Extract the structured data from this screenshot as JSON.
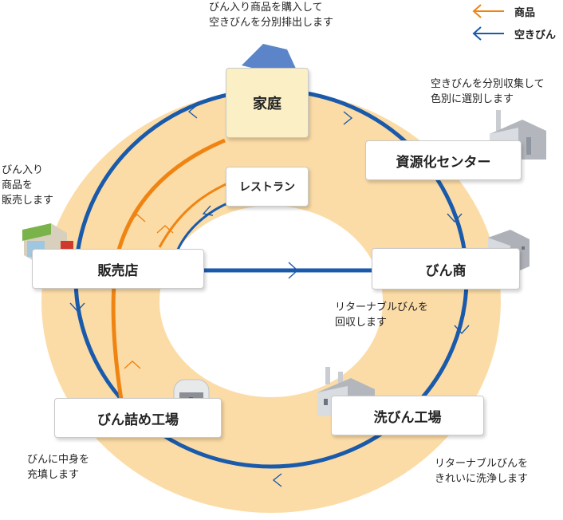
{
  "nodes": {
    "home": "家庭",
    "recycle_center": "資源化センター",
    "bottle_merchant": "びん商",
    "washing_factory": "洗びん工場",
    "filling_factory": "びん詰め工場",
    "store": "販売店",
    "restaurant": "レストラン"
  },
  "notes": {
    "home": [
      "びん入り商品を購入して",
      "空きびんを分別排出します"
    ],
    "recycle_center": [
      "空きびんを分別収集して",
      "色別に選別します"
    ],
    "store": [
      "びん入り",
      "商品を",
      "販売します"
    ],
    "bottle_merchant": [
      "リターナブルびんを",
      "回収します"
    ],
    "washing_factory": [
      "リターナブルびんを",
      "きれいに洗浄します"
    ],
    "filling_factory": [
      "びんに中身を",
      "充填します"
    ]
  },
  "legend": {
    "product": "商品",
    "empty_bottle": "空きびん"
  },
  "colors": {
    "ring": "#fcdca6",
    "blue": "#1a5aab",
    "orange": "#ef8413",
    "home_box": "#fbf0c5"
  },
  "icons": [
    "house-icon",
    "factory-icon",
    "building-icon",
    "shop-icon",
    "bottle-fridge-icon"
  ]
}
